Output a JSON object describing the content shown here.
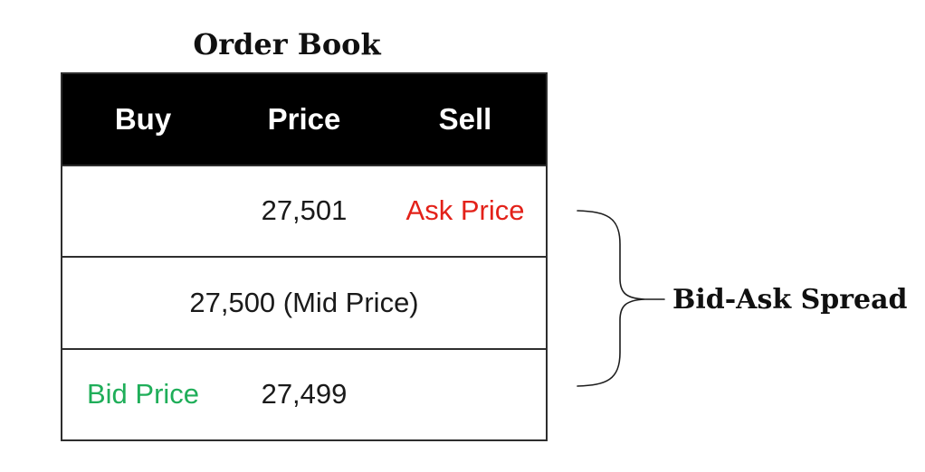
{
  "title": "Order Book",
  "table": {
    "headers": {
      "buy": "Buy",
      "price": "Price",
      "sell": "Sell"
    },
    "row_ask": {
      "price": "27,501",
      "label": "Ask Price"
    },
    "row_mid": {
      "text": "27,500 (Mid Price)"
    },
    "row_bid": {
      "label": "Bid Price",
      "price": "27,499"
    }
  },
  "annotation": {
    "label": "Bid-Ask Spread"
  },
  "colors": {
    "ask-red": "#e32119",
    "bid-green": "#1fae59",
    "header-bg": "#000000",
    "header-text": "#ffffff",
    "border": "#2e2e2e",
    "ink": "#1a1a1a"
  }
}
